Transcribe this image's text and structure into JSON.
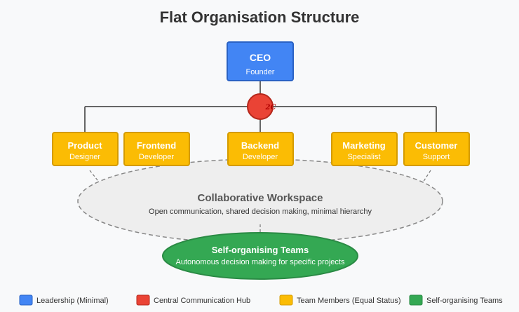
{
  "title": "Flat Organisation Structure",
  "colors": {
    "leadership": "#4285f4",
    "hub": "#ea4335",
    "member": "#fbbc04",
    "team": "#34a853",
    "line": "#666666"
  },
  "ceo": {
    "title": "CEO",
    "subtitle": "Founder"
  },
  "hub": {
    "label": "2C"
  },
  "members": [
    {
      "title": "Product",
      "subtitle": "Designer"
    },
    {
      "title": "Frontend",
      "subtitle": "Developer"
    },
    {
      "title": "Backend",
      "subtitle": "Developer"
    },
    {
      "title": "Marketing",
      "subtitle": "Specialist"
    },
    {
      "title": "Customer",
      "subtitle": "Support"
    }
  ],
  "workspace": {
    "title": "Collaborative Workspace",
    "subtitle": "Open communication, shared decision making, minimal hierarchy"
  },
  "teams": {
    "title": "Self-organising Teams",
    "subtitle": "Autonomous decision making for specific projects"
  },
  "legend": [
    {
      "label": "Leadership (Minimal)",
      "color": "#4285f4"
    },
    {
      "label": "Central Communication Hub",
      "color": "#ea4335"
    },
    {
      "label": "Team Members (Equal Status)",
      "color": "#fbbc04"
    },
    {
      "label": "Self-organising Teams",
      "color": "#34a853"
    }
  ]
}
